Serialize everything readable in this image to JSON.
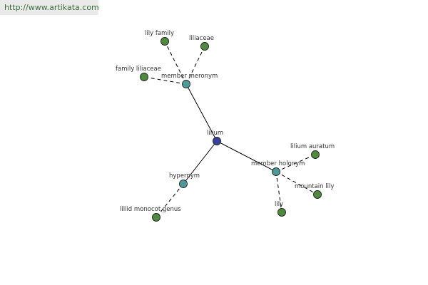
{
  "source_banner": "http://www.artikata.com",
  "colors": {
    "center": "#3b3f9a",
    "relation": "#4e9a9a",
    "term": "#4f8a3e",
    "banner_text": "#3c6e3c",
    "banner_bg": "#eaeaea"
  },
  "graph": {
    "nodes": [
      {
        "id": "lilium",
        "label": "lilium",
        "kind": "center"
      },
      {
        "id": "member-meronym",
        "label": "member meronym",
        "kind": "relation"
      },
      {
        "id": "member-holonym",
        "label": "member holonym",
        "kind": "relation"
      },
      {
        "id": "hypernym",
        "label": "hypernym",
        "kind": "relation"
      },
      {
        "id": "lily-family",
        "label": "lily family",
        "kind": "term"
      },
      {
        "id": "liliaceae",
        "label": "liliaceae",
        "kind": "term"
      },
      {
        "id": "family-liliaceae",
        "label": "family liliaceae",
        "kind": "term"
      },
      {
        "id": "lilium-auratum",
        "label": "lilium auratum",
        "kind": "term"
      },
      {
        "id": "mountain-lily",
        "label": "mountain lily",
        "kind": "term"
      },
      {
        "id": "lily",
        "label": "lily",
        "kind": "term"
      },
      {
        "id": "liliid-monocot-genus",
        "label": "liliid monocot genus",
        "kind": "term"
      }
    ],
    "edges": [
      {
        "from": "lilium",
        "to": "member-meronym",
        "style": "solid"
      },
      {
        "from": "lilium",
        "to": "member-holonym",
        "style": "solid"
      },
      {
        "from": "lilium",
        "to": "hypernym",
        "style": "solid"
      },
      {
        "from": "member-meronym",
        "to": "lily-family",
        "style": "dashed"
      },
      {
        "from": "member-meronym",
        "to": "liliaceae",
        "style": "dashed"
      },
      {
        "from": "member-meronym",
        "to": "family-liliaceae",
        "style": "dashed"
      },
      {
        "from": "member-holonym",
        "to": "lilium-auratum",
        "style": "dashed"
      },
      {
        "from": "member-holonym",
        "to": "mountain-lily",
        "style": "dashed"
      },
      {
        "from": "member-holonym",
        "to": "lily",
        "style": "dashed"
      },
      {
        "from": "hypernym",
        "to": "liliid-monocot-genus",
        "style": "dashed"
      }
    ]
  }
}
